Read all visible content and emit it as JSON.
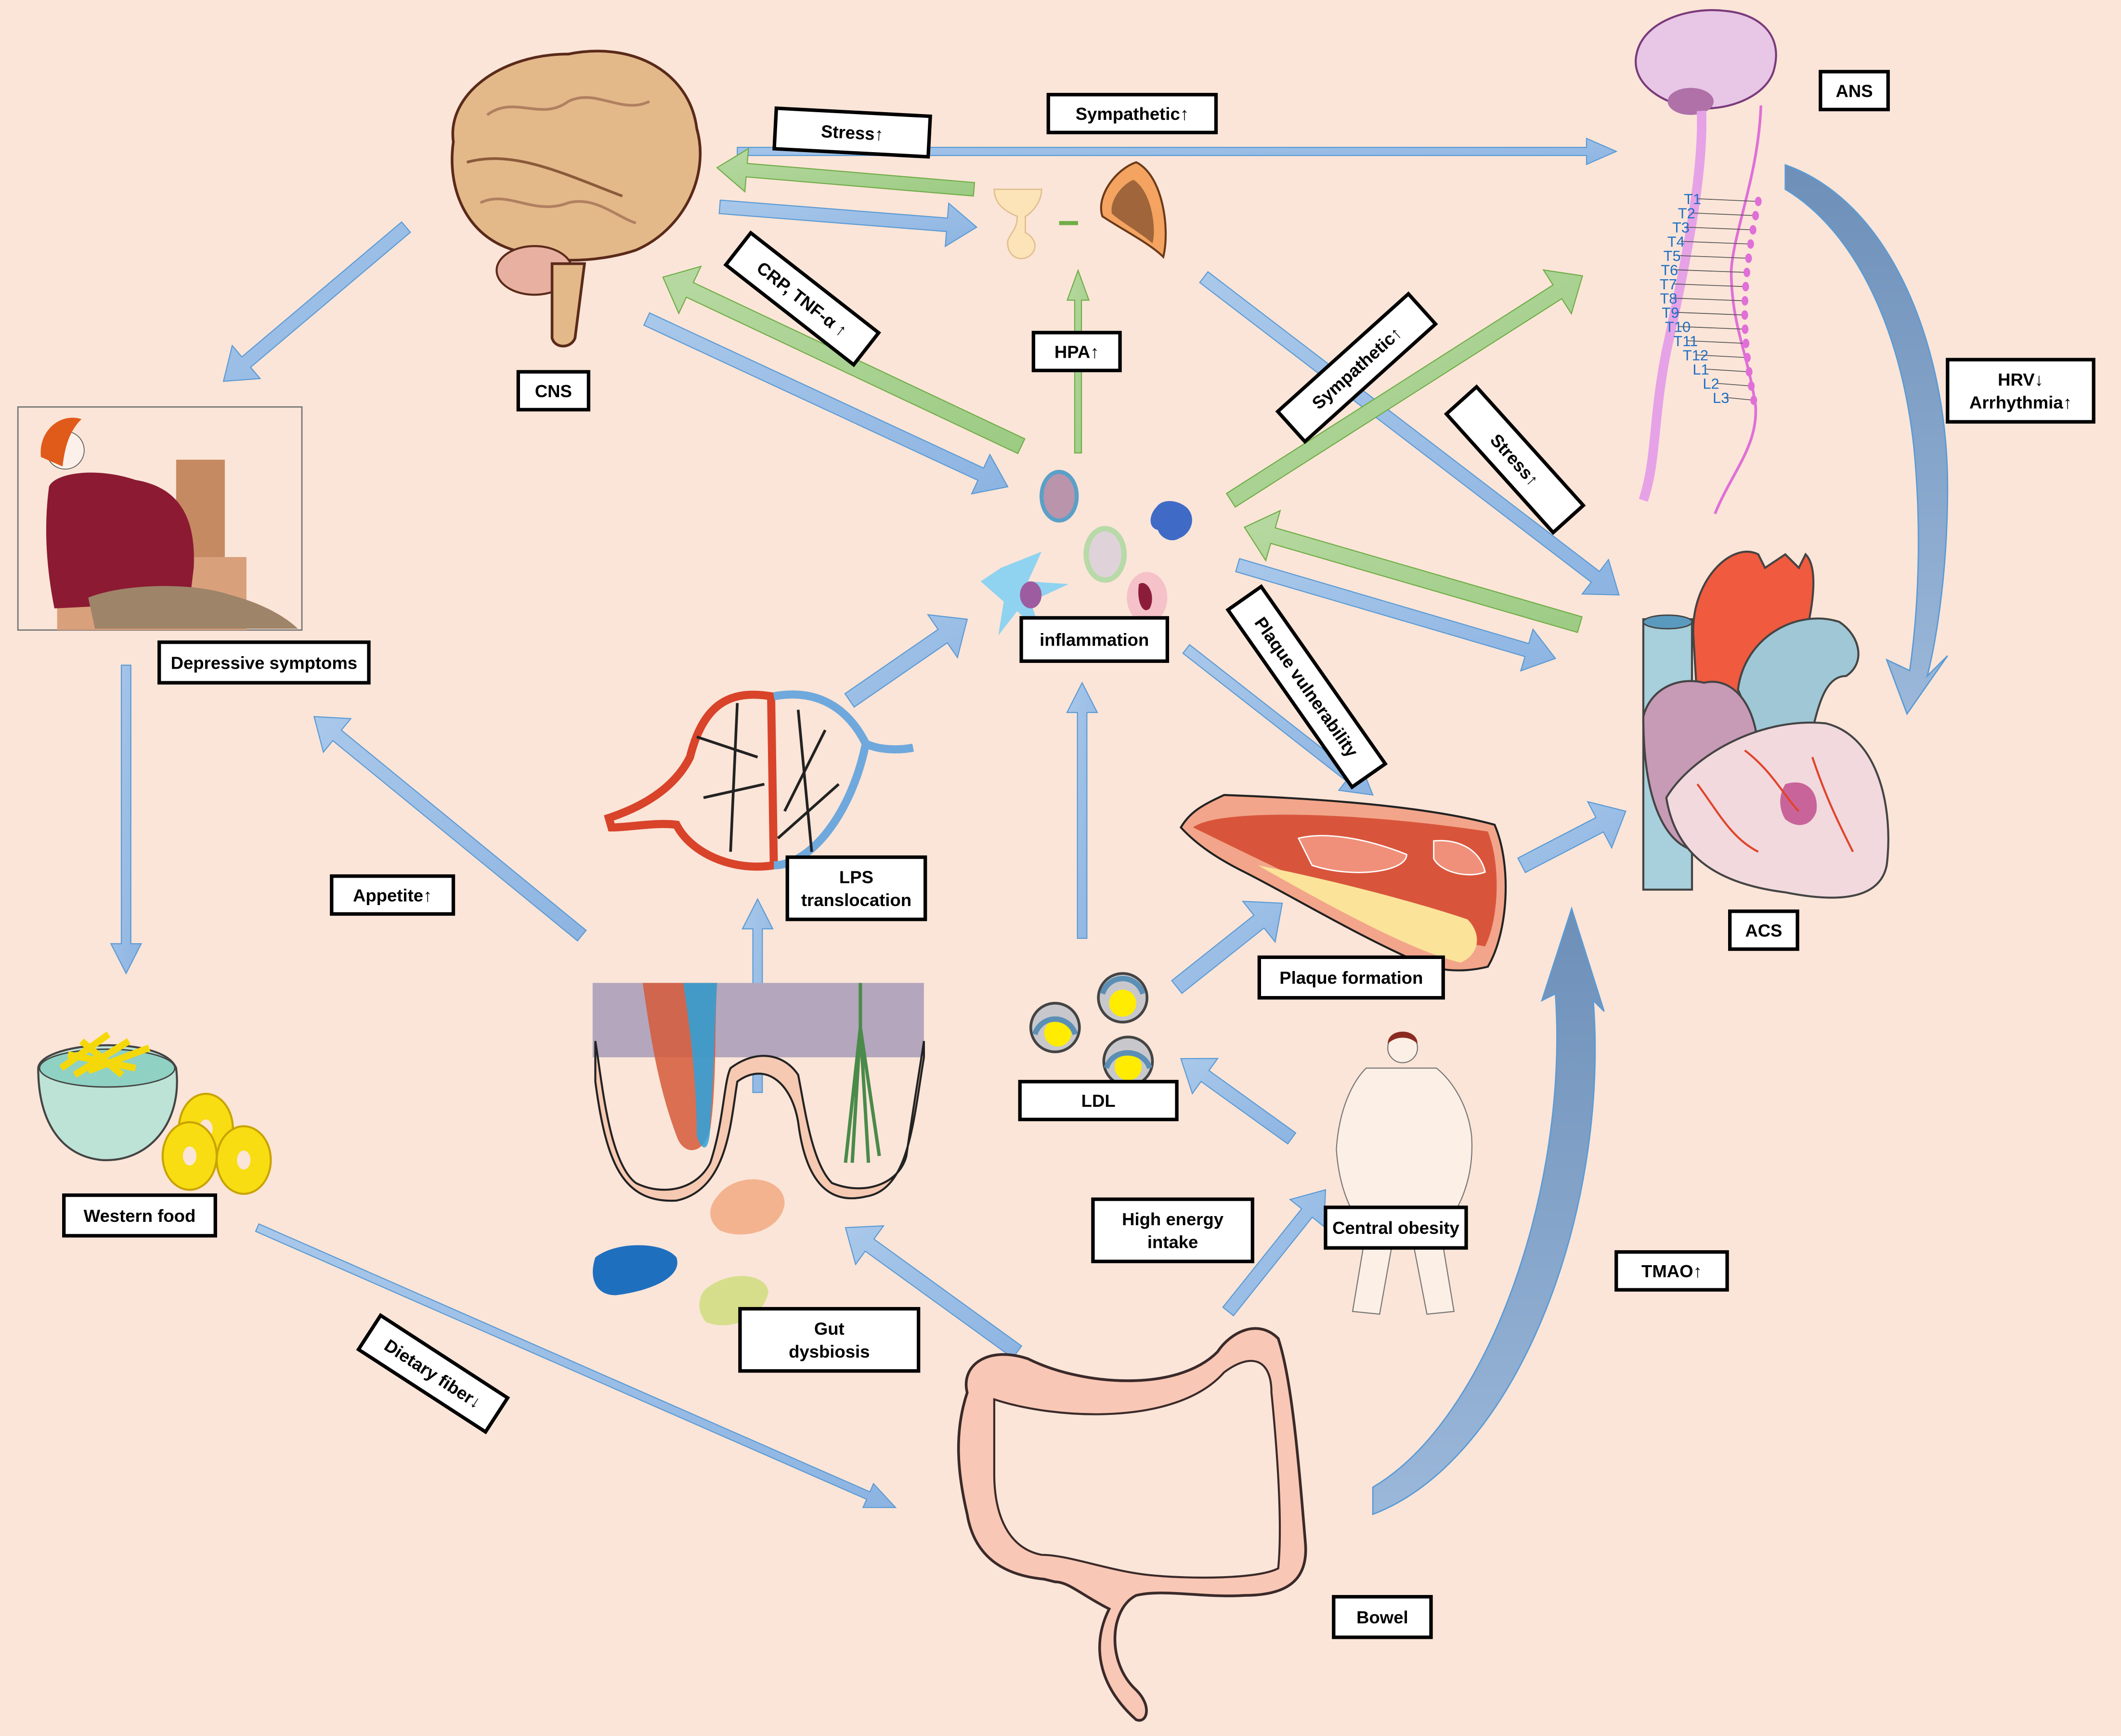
{
  "diagram": {
    "background_color": "#fbe5d8",
    "arrow_colors": {
      "blue": "#9dc0e6",
      "blue_stroke": "#5b9bd5",
      "green": "#a9d18e",
      "green_stroke": "#70ad47",
      "curved": "#7f9fc4"
    },
    "nodes": {
      "cns": {
        "label": "CNS",
        "icon": "brain-icon"
      },
      "hpa_gland": {
        "icon": "pituitary-adrenal-icon"
      },
      "ans": {
        "label": "ANS",
        "icon": "brain-spinal-cord-icon",
        "vertebra_labels": [
          "T1",
          "T2",
          "T3",
          "T4",
          "T5",
          "T6",
          "T7",
          "T8",
          "T9",
          "T10",
          "T11",
          "T12",
          "L1",
          "L2",
          "L3"
        ]
      },
      "depression": {
        "label": "Depressive symptoms",
        "icon": "depressed-woman-icon"
      },
      "inflammation": {
        "label": "inflammation",
        "icon": "immune-cells-icon"
      },
      "lps": {
        "label_line1": "LPS",
        "label_line2": "translocation",
        "icon": "capillary-network-icon"
      },
      "intestine": {
        "icon": "intestinal-villi-icon"
      },
      "gut_dysbiosis": {
        "label_line1": "Gut",
        "label_line2": "dysbiosis",
        "icon": "bacteria-icon"
      },
      "western_food": {
        "label": "Western food",
        "icon": "fries-donuts-icon"
      },
      "ldl": {
        "label": "LDL",
        "icon": "ldl-particles-icon"
      },
      "plaque": {
        "label": "Plaque formation",
        "icon": "artery-plaque-icon"
      },
      "obesity": {
        "label": "Central obesity",
        "icon": "obese-person-icon"
      },
      "bowel": {
        "label": "Bowel",
        "icon": "colon-icon"
      },
      "acs": {
        "label": "ACS",
        "icon": "heart-icon"
      }
    },
    "edge_labels": {
      "stress_cns": "Stress↑",
      "sympathetic_top": "Sympathetic↑",
      "crp_tnf": "CRP, TNF-α ↑",
      "hpa": "HPA↑",
      "sympathetic_diag": "Sympathetic↑",
      "stress_diag": "Stress↑",
      "hrv": "HRV↓",
      "arrhythmia": "Arrhythmia↑",
      "plaque_vulnerability": "Plaque vulnerability",
      "appetite": "Appetite↑",
      "high_energy_line1": "High energy",
      "high_energy_line2": "intake",
      "tmao": "TMAO↑",
      "dietary_fiber": "Dietary fiber↓"
    }
  }
}
